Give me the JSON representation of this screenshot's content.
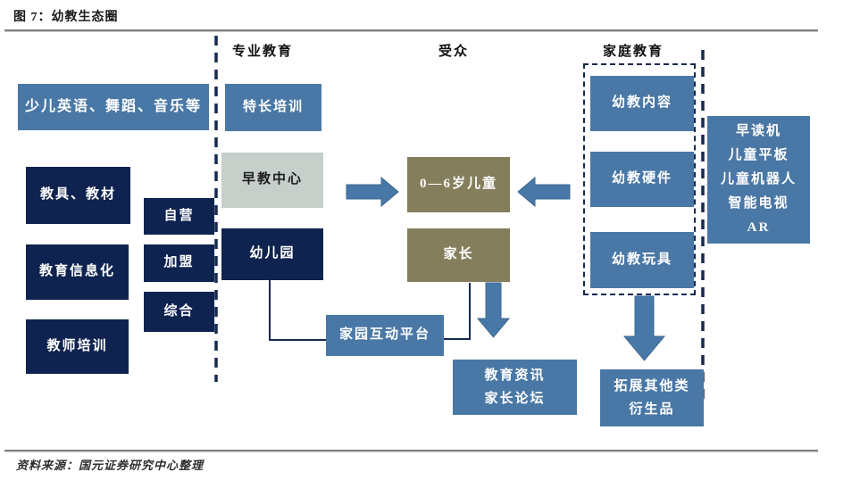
{
  "figure": {
    "title": "图 7：幼教生态圈",
    "source": "资料来源：国元证券研究中心整理"
  },
  "headers": {
    "professional": "专业教育",
    "audience": "受众",
    "family": "家庭教育"
  },
  "left_column": {
    "categories": "少儿英语、舞蹈、音乐等",
    "services": [
      "教具、教材",
      "教育信息化",
      "教师培训"
    ],
    "modes": [
      "自营",
      "加盟",
      "综合"
    ]
  },
  "professional_column": {
    "items": [
      "特长培训",
      "早教中心",
      "幼儿园"
    ]
  },
  "audience_column": {
    "children": "0—6岁儿童",
    "parents": "家长"
  },
  "family_column": {
    "items": [
      "幼教内容",
      "幼教硬件",
      "幼教玩具"
    ],
    "devices": [
      "早读机",
      "儿童平板",
      "儿童机器人",
      "智能电视",
      "AR"
    ],
    "derivatives": [
      "拓展其他类",
      "衍生品"
    ]
  },
  "platform": {
    "label": "家园互动平台"
  },
  "parents_outputs": {
    "lines": [
      "教育资讯",
      "家长论坛"
    ]
  },
  "colors": {
    "navy": "#0f2350",
    "steel_blue": "#4a78a6",
    "olive": "#857e5d",
    "light_gray_green": "#c6cfca",
    "arrow_blue": "#4878a8",
    "dashed_line": "#16294f",
    "rule_gray": "#7f7f7f"
  }
}
